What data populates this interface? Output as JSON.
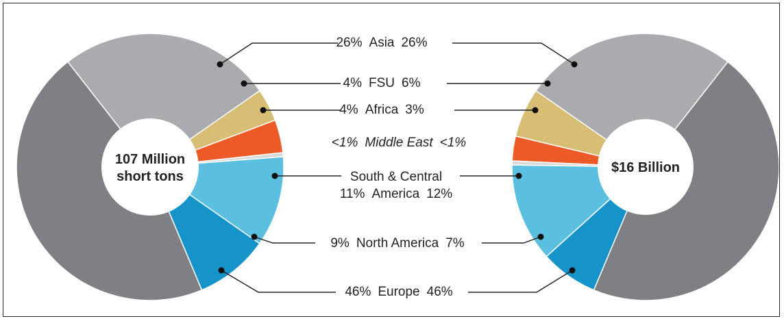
{
  "chart_data": {
    "type": "pie",
    "charts": [
      {
        "center_label": [
          "107 Million",
          "short tons"
        ],
        "slices": [
          {
            "region": "Asia",
            "value": 26,
            "color": "#a9abae"
          },
          {
            "region": "FSU",
            "value": 4,
            "color": "#d8be75"
          },
          {
            "region": "Africa",
            "value": 4,
            "color": "#ec5a27"
          },
          {
            "region": "Middle East",
            "value": 0.5,
            "color": "#d9d9d9"
          },
          {
            "region": "South & Central America",
            "value": 11,
            "color": "#5bbfe0"
          },
          {
            "region": "North America",
            "value": 9,
            "color": "#1693c8"
          },
          {
            "region": "Europe",
            "value": 46,
            "color": "#7e8083"
          }
        ]
      },
      {
        "center_label": [
          "$16 Billion"
        ],
        "slices": [
          {
            "region": "Asia",
            "value": 26,
            "color": "#a9abae"
          },
          {
            "region": "FSU",
            "value": 6,
            "color": "#d8be75"
          },
          {
            "region": "Africa",
            "value": 3,
            "color": "#ec5a27"
          },
          {
            "region": "Middle East",
            "value": 0.5,
            "color": "#d9d9d9"
          },
          {
            "region": "South & Central America",
            "value": 12,
            "color": "#5bbfe0"
          },
          {
            "region": "North America",
            "value": 7,
            "color": "#1693c8"
          },
          {
            "region": "Europe",
            "value": 46,
            "color": "#7e8083"
          }
        ]
      }
    ],
    "labels": [
      {
        "left": "26%",
        "region": "Asia",
        "right": "26%"
      },
      {
        "left": "4%",
        "region": "FSU",
        "right": "6%"
      },
      {
        "left": "4%",
        "region": "Africa",
        "right": "3%"
      },
      {
        "left": "<1%",
        "region": "Middle East",
        "right": "<1%"
      },
      {
        "left": "11%",
        "region": "America",
        "region_line1": "South & Central",
        "right": "12%"
      },
      {
        "left": "9%",
        "region": "North America",
        "right": "7%"
      },
      {
        "left": "46%",
        "region": "Europe",
        "right": "46%"
      }
    ]
  }
}
